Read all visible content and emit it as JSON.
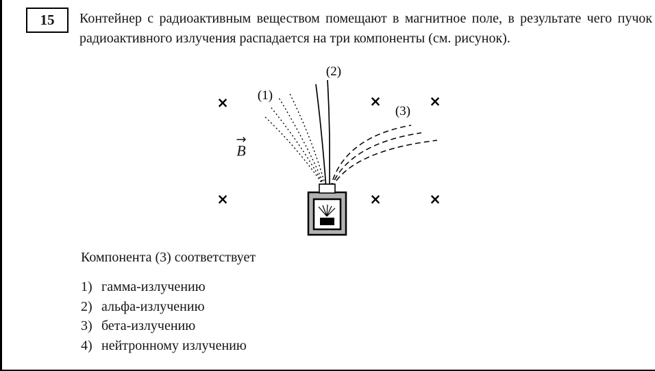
{
  "question": {
    "number": "15",
    "text": "Контейнер с радиоактивным веществом помещают в магнитное поле, в результате чего пучок радиоактивного излучения распадается на три компоненты (см. рисунок)."
  },
  "diagram": {
    "field_symbol": "×",
    "vector_arrow": "→",
    "vector_label": "B",
    "component_labels": {
      "c1": "(1)",
      "c2": "(2)",
      "c3": "(3)"
    }
  },
  "prompt": "Компонента (3) соответствует",
  "options": [
    {
      "num": "1)",
      "label": "гамма-излучению"
    },
    {
      "num": "2)",
      "label": "альфа-излучению"
    },
    {
      "num": "3)",
      "label": "бета-излучению"
    },
    {
      "num": "4)",
      "label": "нейтронному излучению"
    }
  ]
}
